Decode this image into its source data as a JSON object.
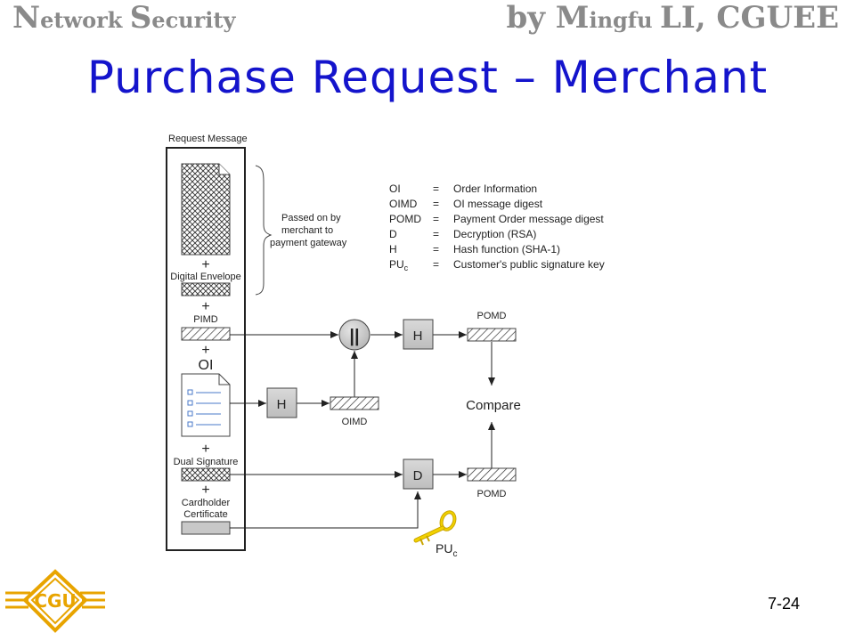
{
  "header": {
    "left_big1": "N",
    "left_small1": "etwork ",
    "left_big2": "S",
    "left_small2": "ecurity",
    "right_big1": "by M",
    "right_small1": "ingfu ",
    "right_big2": "LI, CGUEE"
  },
  "title": "Purchase Request – Merchant",
  "page_number": "7-24",
  "diagram": {
    "request_message_label": "Request Message",
    "brace_text": [
      "Passed on by",
      "merchant to",
      "payment gateway"
    ],
    "plus": "+",
    "digital_envelope": "Digital Envelope",
    "pimd": "PIMD",
    "oi": "OI",
    "dual_signature": "Dual Signature",
    "cardholder_certificate": [
      "Cardholder",
      "Certificate"
    ],
    "h": "H",
    "d": "D",
    "concat": "||",
    "oimd": "OIMD",
    "pomd_top": "POMD",
    "pomd_bottom": "POMD",
    "compare": "Compare",
    "puc_main": "PU",
    "puc_sub": "c",
    "legend": [
      {
        "abbr": "OI",
        "sub": "",
        "eq": "=",
        "desc": "Order Information"
      },
      {
        "abbr": "OIMD",
        "sub": "",
        "eq": "=",
        "desc": "OI message digest"
      },
      {
        "abbr": "POMD",
        "sub": "",
        "eq": "=",
        "desc": "Payment Order message digest"
      },
      {
        "abbr": "D",
        "sub": "",
        "eq": "=",
        "desc": "Decryption (RSA)"
      },
      {
        "abbr": "H",
        "sub": "",
        "eq": "=",
        "desc": "Hash function (SHA-1)"
      },
      {
        "abbr": "PU",
        "sub": "c",
        "eq": "=",
        "desc": "Customer's public signature key"
      }
    ]
  },
  "colors": {
    "title": "#1414cc",
    "header": "#8a8a8a",
    "logo": "#e8a400",
    "box_fill": "#cfcfcf",
    "key": "#e8c000"
  },
  "logo_text": "CGU"
}
